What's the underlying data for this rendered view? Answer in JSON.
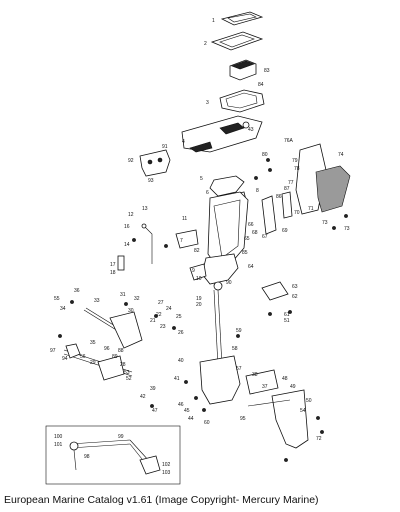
{
  "caption": "European Marine Catalog v1.61 (Image Copyright- Mercury Marine)",
  "labels": {
    "l1": "1",
    "l2": "2",
    "l3": "3",
    "l83": "83",
    "l84": "84",
    "l4": "4",
    "l43": "43",
    "l5": "5",
    "l6": "6",
    "l76a": "76A",
    "l79": "79",
    "l78": "78",
    "l80": "80",
    "l91": "91",
    "l92": "92",
    "l93": "93",
    "l74": "74",
    "l73a": "73",
    "l73b": "73",
    "l13": "13",
    "l12": "12",
    "l16": "16",
    "l11": "11",
    "l14": "14",
    "l17": "17",
    "l18": "18",
    "l77": "77",
    "l70": "70",
    "l71": "71",
    "l68": "68",
    "l69": "69",
    "l87": "87",
    "l86": "86",
    "l8": "8",
    "l66": "66",
    "l65": "65",
    "l85": "85",
    "l7": "7",
    "l82": "82",
    "l64": "64",
    "l9": "9",
    "l10": "10",
    "l90": "90",
    "l36": "36",
    "l33": "33",
    "l55": "55",
    "l34": "34",
    "l31": "31",
    "l32": "32",
    "l30": "30",
    "l62": "62",
    "l63": "63",
    "l61": "61",
    "l51": "51",
    "l59": "59",
    "l21": "21",
    "l22": "22",
    "l23": "23",
    "l27": "27",
    "l24": "24",
    "l25": "25",
    "l26": "26",
    "l96": "96",
    "l35": "35",
    "l88": "88",
    "l89": "89",
    "l97": "97",
    "l94": "94",
    "l56": "56",
    "l29": "29",
    "l28": "28",
    "l53": "53",
    "l52": "52",
    "l58": "58",
    "l19": "19",
    "l20": "20",
    "l57": "57",
    "l40": "40",
    "l41": "41",
    "l42": "42",
    "l39": "39",
    "l47": "47",
    "l46": "46",
    "l45": "45",
    "l44": "44",
    "l60": "60",
    "l38": "38",
    "l37": "37",
    "l48": "48",
    "l49": "49",
    "l50": "50",
    "l54": "54",
    "l99": "99",
    "l100": "100",
    "l101": "101",
    "l98": "98",
    "l102": "102",
    "l103": "103",
    "l67": "67",
    "l72": "72",
    "l95": "95"
  }
}
